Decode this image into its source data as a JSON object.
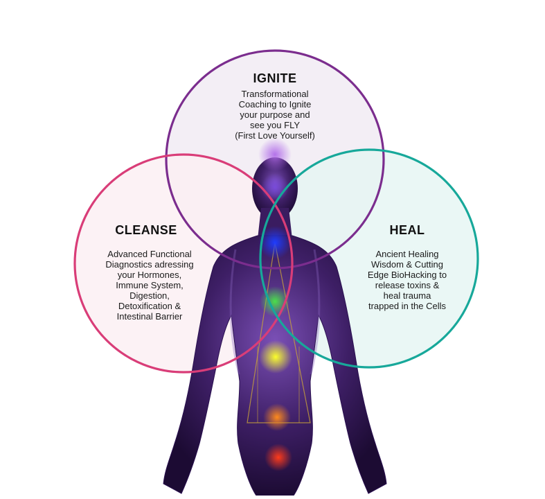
{
  "circles": {
    "ignite": {
      "title": "IGNITE",
      "text": "Transformational\nCoaching to Ignite\nyour purpose and\nsee you FLY\n(First Love Yourself)",
      "stroke": "#7b2d8e",
      "fill": "#f1ebf3"
    },
    "cleanse": {
      "title": "CLEANSE",
      "text": "Advanced Functional\nDiagnostics adressing\nyour Hormones,\nImmune System,\nDigestion,\nDetoxification &\nIntestinal Barrier",
      "stroke": "#d93d78",
      "fill": "#fbeff3"
    },
    "heal": {
      "title": "HEAL",
      "text": "Ancient Healing\nWisdom & Cutting\nEdge BioHacking to\nrelease toxins &\nheal trauma\ntrapped in the Cells",
      "stroke": "#17a89a",
      "fill": "#e5f5f2"
    }
  },
  "body_figure": {
    "color": "#3b1b5c",
    "glow": "#9d6ad6"
  },
  "chakras": [
    {
      "name": "crown",
      "color": "#9b4dd6"
    },
    {
      "name": "third-eye",
      "color": "#6a3dd6"
    },
    {
      "name": "throat",
      "color": "#1f3cff"
    },
    {
      "name": "heart",
      "color": "#3fd24a"
    },
    {
      "name": "solar-plexus",
      "color": "#f5f220"
    },
    {
      "name": "sacral",
      "color": "#ff7a1a"
    },
    {
      "name": "root",
      "color": "#ff3a1a"
    }
  ]
}
